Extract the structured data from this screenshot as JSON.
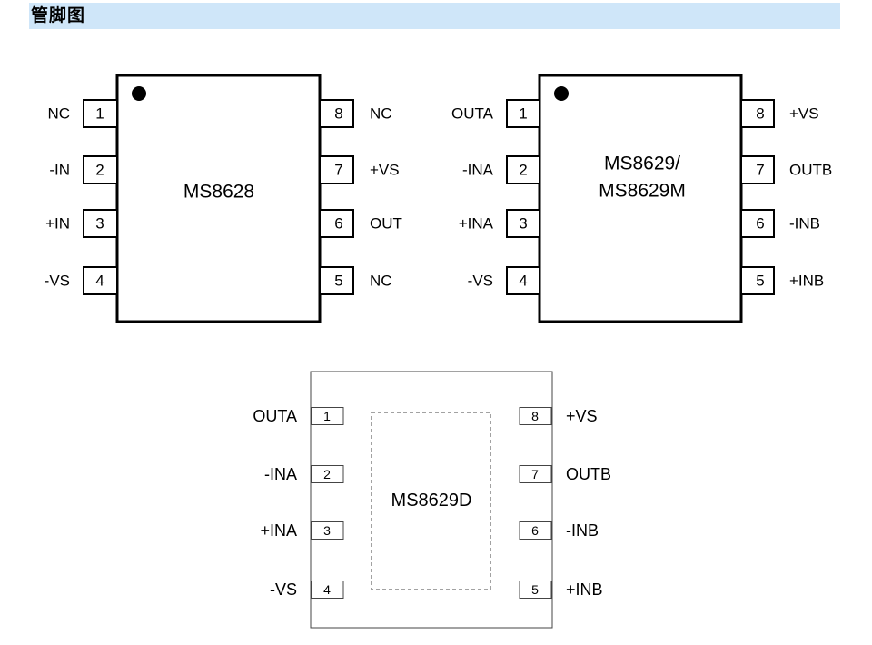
{
  "header": {
    "title": "管脚图"
  },
  "colors": {
    "header_bg": "#cfe6f9",
    "stroke": "#000000",
    "body_fill": "#ffffff"
  },
  "packages": [
    {
      "id": "ms8628",
      "name_lines": [
        "MS8628"
      ],
      "style": "soic",
      "pins": [
        {
          "num": "1",
          "label": "NC"
        },
        {
          "num": "2",
          "label": "-IN"
        },
        {
          "num": "3",
          "label": "+IN"
        },
        {
          "num": "4",
          "label": "-VS"
        },
        {
          "num": "5",
          "label": "NC"
        },
        {
          "num": "6",
          "label": "OUT"
        },
        {
          "num": "7",
          "label": "+VS"
        },
        {
          "num": "8",
          "label": "NC"
        }
      ]
    },
    {
      "id": "ms8629",
      "name_lines": [
        "MS8629/",
        "MS8629M"
      ],
      "style": "soic",
      "pins": [
        {
          "num": "1",
          "label": "OUTA"
        },
        {
          "num": "2",
          "label": "-INA"
        },
        {
          "num": "3",
          "label": "+INA"
        },
        {
          "num": "4",
          "label": "-VS"
        },
        {
          "num": "5",
          "label": "+INB"
        },
        {
          "num": "6",
          "label": "-INB"
        },
        {
          "num": "7",
          "label": "OUTB"
        },
        {
          "num": "8",
          "label": "+VS"
        }
      ]
    },
    {
      "id": "ms8629d",
      "name_lines": [
        "MS8629D"
      ],
      "style": "dfn",
      "pins": [
        {
          "num": "1",
          "label": "OUTA"
        },
        {
          "num": "2",
          "label": "-INA"
        },
        {
          "num": "3",
          "label": "+INA"
        },
        {
          "num": "4",
          "label": "-VS"
        },
        {
          "num": "5",
          "label": "+INB"
        },
        {
          "num": "6",
          "label": "-INB"
        },
        {
          "num": "7",
          "label": "OUTB"
        },
        {
          "num": "8",
          "label": "+VS"
        }
      ]
    }
  ]
}
